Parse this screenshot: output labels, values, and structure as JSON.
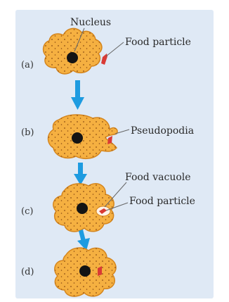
{
  "figure": {
    "stages": [
      {
        "label": "(a)"
      },
      {
        "label": "(b)"
      },
      {
        "label": "(c)"
      },
      {
        "label": "(d)"
      }
    ],
    "callouts": {
      "nucleus": "Nucleus",
      "food_particle_a": "Food particle",
      "pseudopodia": "Pseudopodia",
      "food_vacuole": "Food vacuole",
      "food_particle_c": "Food particle"
    }
  },
  "colors": {
    "panel": "#dfe9f5",
    "cell_fill": "#f5b041",
    "cell_edge": "#d4851d",
    "nucleus": "#141414",
    "food": "#d93a35",
    "vacuole": "#fff3e8",
    "arrow": "#1e9be0",
    "leader": "#666666"
  }
}
